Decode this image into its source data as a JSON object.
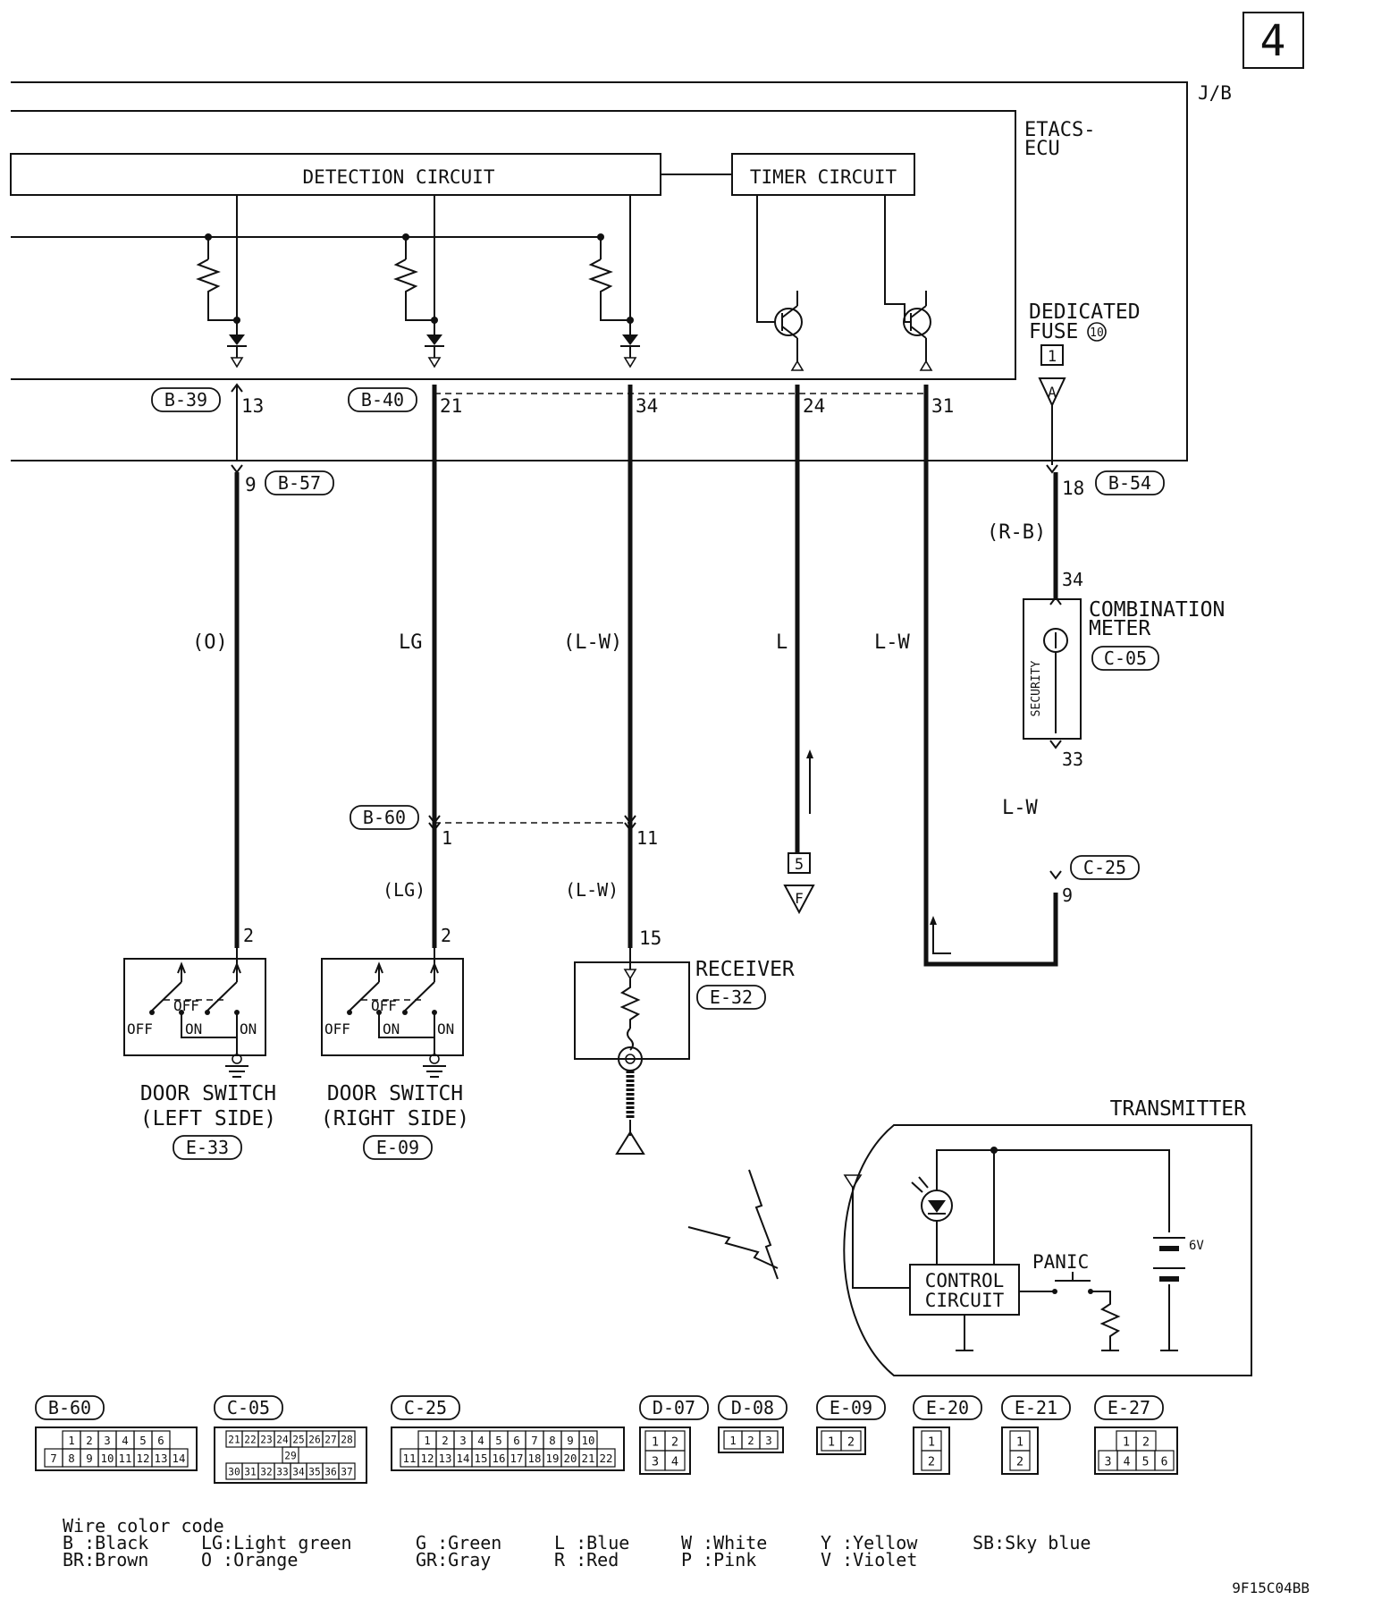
{
  "page_number": "4",
  "jb_label": "J/B",
  "ecu": {
    "line1": "ETACS-",
    "line2": "ECU"
  },
  "blocks": {
    "detection": "DETECTION CIRCUIT",
    "timer": "TIMER CIRCUIT"
  },
  "fuse": {
    "line1": "DEDICATED",
    "line2": "FUSE",
    "num": "10",
    "box": "1",
    "tri": "A"
  },
  "ecu_connectors": {
    "b39": "B-39",
    "b40": "B-40"
  },
  "pins": {
    "p13": "13",
    "p21": "21",
    "p34": "34",
    "p24": "24",
    "p31": "31",
    "p9": "9",
    "p18": "18"
  },
  "junction_connectors": {
    "b57": "B-57",
    "b54": "B-54"
  },
  "wire_colors": {
    "o": "(O)",
    "lg": "LG",
    "lw_par": "(L-W)",
    "l": "L",
    "lw": "L-W",
    "rb": "(R-B)",
    "lw2": "L-W"
  },
  "meter": {
    "line1": "COMBINATION",
    "line2": "METER",
    "code": "C-05",
    "sec": "SECURITY",
    "pin_in": "34",
    "pin_out": "33"
  },
  "c25": {
    "code": "C-25",
    "pin": "9"
  },
  "b60": {
    "code": "B-60",
    "pin1": "1",
    "pin11": "11",
    "lg_par": "(LG)",
    "lw_par": "(L-W)"
  },
  "offpage": {
    "box": "5",
    "tri": "F"
  },
  "door_left": {
    "pin": "2",
    "off_a": "OFF",
    "on_a": "ON",
    "off_b": "OFF",
    "on_b": "ON",
    "line1": "DOOR SWITCH",
    "line2": "(LEFT SIDE)",
    "code": "E-33"
  },
  "door_right": {
    "pin": "2",
    "off_a": "OFF",
    "on_a": "ON",
    "off_b": "OFF",
    "on_b": "ON",
    "line1": "DOOR SWITCH",
    "line2": "(RIGHT SIDE)",
    "code": "E-09"
  },
  "receiver": {
    "pin": "15",
    "label": "RECEIVER",
    "code": "E-32"
  },
  "transmitter": {
    "label": "TRANSMITTER",
    "ctrl1": "CONTROL",
    "ctrl2": "CIRCUIT",
    "panic": "PANIC",
    "volt": "6V"
  },
  "connector_views": [
    {
      "code": "B-60",
      "rows": [
        [
          "1",
          "2",
          "3",
          "4",
          "5",
          "6"
        ],
        [
          "7",
          "8",
          "9",
          "10",
          "11",
          "12",
          "13",
          "14"
        ]
      ]
    },
    {
      "code": "C-05",
      "rows": [
        [
          "21",
          "22",
          "23",
          "24",
          "25",
          "26",
          "27",
          "28"
        ],
        [
          "29"
        ],
        [
          "30",
          "31",
          "32",
          "33",
          "34",
          "35",
          "36",
          "37"
        ]
      ]
    },
    {
      "code": "C-25",
      "rows": [
        [
          "1",
          "2",
          "3",
          "4",
          "5",
          "6",
          "7",
          "8",
          "9",
          "10"
        ],
        [
          "11",
          "12",
          "13",
          "14",
          "15",
          "16",
          "17",
          "18",
          "19",
          "20",
          "21",
          "22"
        ]
      ]
    },
    {
      "code": "D-07",
      "rows": [
        [
          "1",
          "2"
        ],
        [
          "3",
          "4"
        ]
      ]
    },
    {
      "code": "D-08",
      "rows": [
        [
          "1",
          "2",
          "3"
        ]
      ]
    },
    {
      "code": "E-09",
      "rows": [
        [
          "1",
          "2"
        ]
      ]
    },
    {
      "code": "E-20",
      "rows": [
        [
          "1"
        ],
        [
          "2"
        ]
      ]
    },
    {
      "code": "E-21",
      "rows": [
        [
          "1"
        ],
        [
          "2"
        ]
      ]
    },
    {
      "code": "E-27",
      "rows": [
        [
          "1",
          "2"
        ],
        [
          "3",
          "4",
          "5",
          "6"
        ]
      ]
    }
  ],
  "legend": {
    "title": "Wire color code",
    "col1": [
      "B :Black",
      "BR:Brown"
    ],
    "col2": [
      "LG:Light green",
      "O :Orange"
    ],
    "col3": [
      "G :Green",
      "GR:Gray"
    ],
    "col4": [
      "L :Blue",
      "R :Red"
    ],
    "col5": [
      "W :White",
      "P :Pink"
    ],
    "col6": [
      "Y :Yellow",
      "V :Violet"
    ],
    "col7": [
      "SB:Sky blue"
    ]
  },
  "footer_code": "9F15C04BB"
}
